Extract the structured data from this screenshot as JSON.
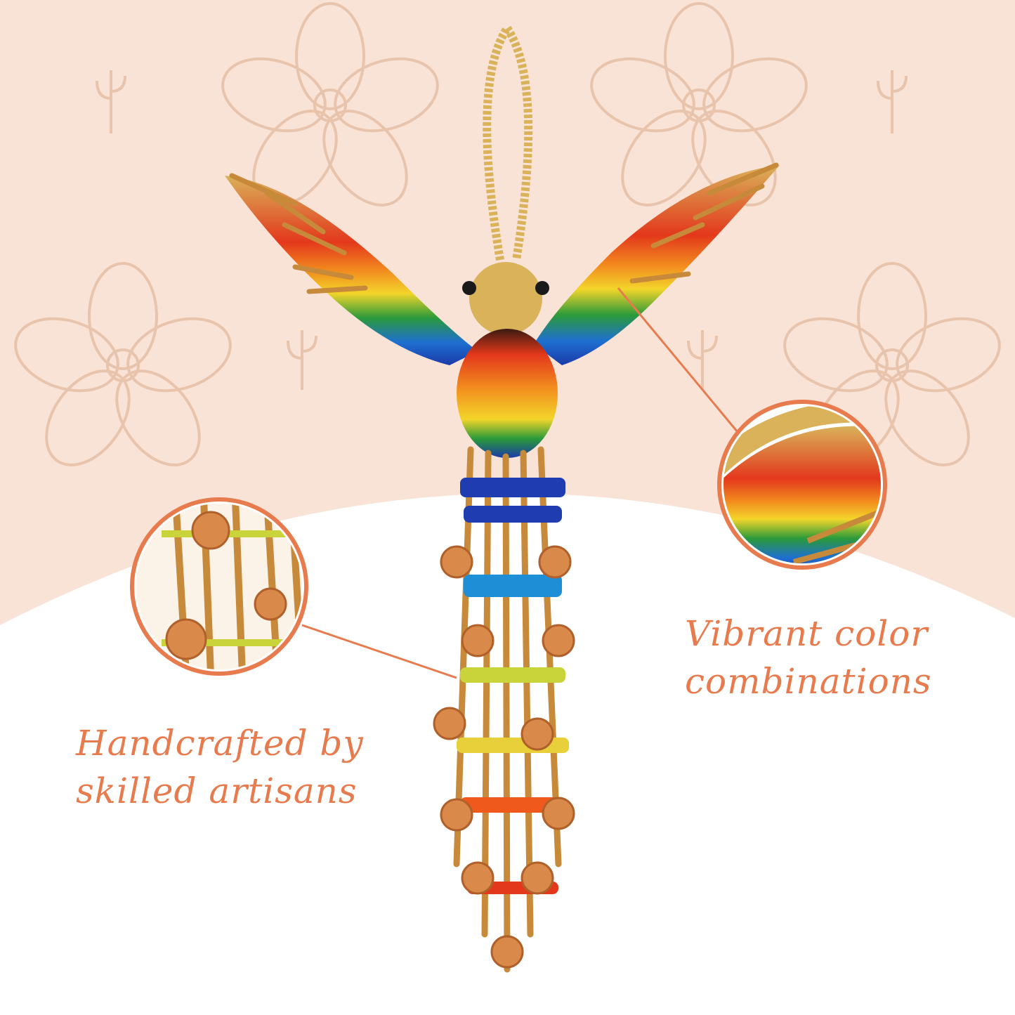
{
  "colors": {
    "background_top": "#f8e3d6",
    "background_bottom": "#ffffff",
    "accent": "#e87b4e",
    "pattern_stroke": "#e9c4ac",
    "gold_bead": "#d9b25a"
  },
  "callouts": {
    "right": {
      "line1": "Vibrant color",
      "line2": "combinations"
    },
    "left": {
      "line1": "Handcrafted by",
      "line2": "skilled artisans"
    }
  }
}
